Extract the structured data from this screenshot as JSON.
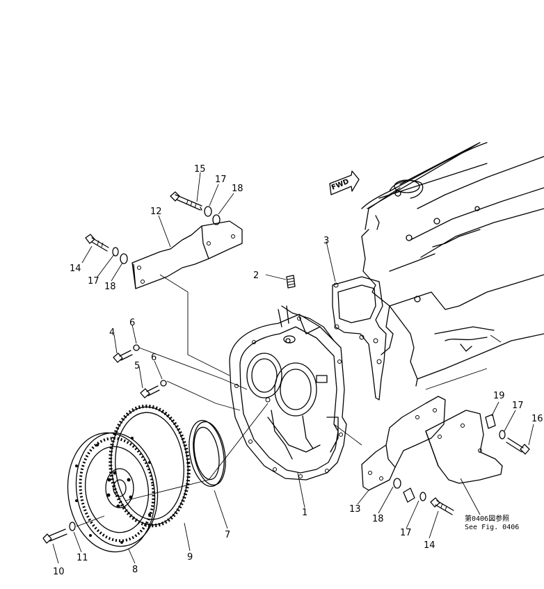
{
  "fwd_label": "FWD",
  "reference": {
    "line1": "第0406図参照",
    "line2": "See  Fig. 0406"
  },
  "callouts": [
    {
      "id": "c1",
      "text": "1"
    },
    {
      "id": "c2",
      "text": "2"
    },
    {
      "id": "c3",
      "text": "3"
    },
    {
      "id": "c4",
      "text": "4"
    },
    {
      "id": "c5",
      "text": "5"
    },
    {
      "id": "c6a",
      "text": "6"
    },
    {
      "id": "c6b",
      "text": "6"
    },
    {
      "id": "c7",
      "text": "7"
    },
    {
      "id": "c8",
      "text": "8"
    },
    {
      "id": "c9",
      "text": "9"
    },
    {
      "id": "c10",
      "text": "10"
    },
    {
      "id": "c11",
      "text": "11"
    },
    {
      "id": "c12",
      "text": "12"
    },
    {
      "id": "c13",
      "text": "13"
    },
    {
      "id": "c14a",
      "text": "14"
    },
    {
      "id": "c14b",
      "text": "14"
    },
    {
      "id": "c15",
      "text": "15"
    },
    {
      "id": "c16",
      "text": "16"
    },
    {
      "id": "c17a",
      "text": "17"
    },
    {
      "id": "c17b",
      "text": "17"
    },
    {
      "id": "c17c",
      "text": "17"
    },
    {
      "id": "c18a",
      "text": "18"
    },
    {
      "id": "c18b",
      "text": "18"
    },
    {
      "id": "c18c",
      "text": "18"
    },
    {
      "id": "c19",
      "text": "19"
    }
  ]
}
